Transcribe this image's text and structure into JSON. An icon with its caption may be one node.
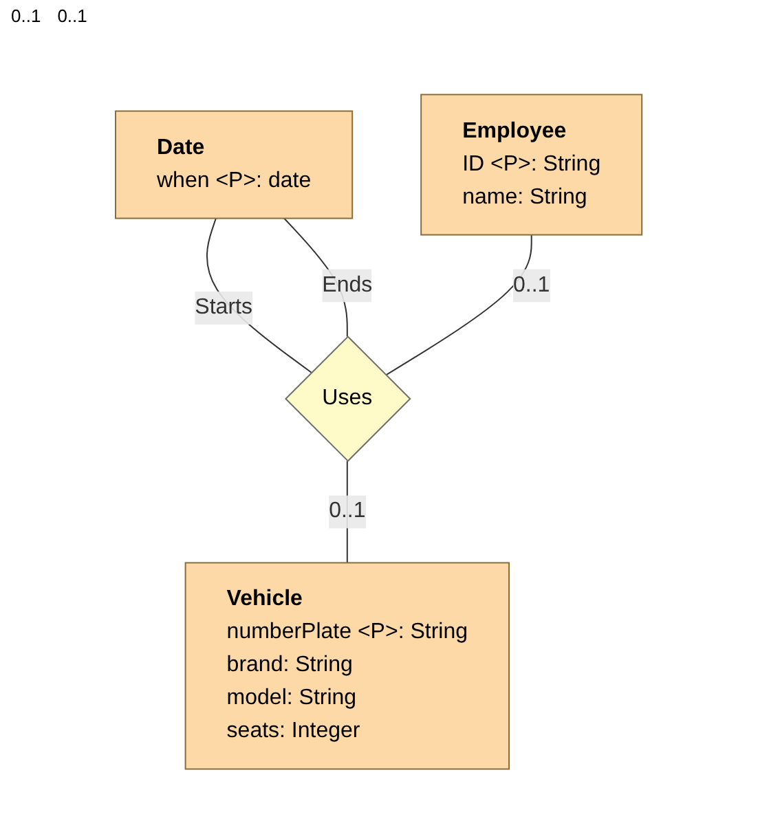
{
  "diagram": {
    "nodes": [
      {
        "text": [
          "Date",
          "when <P>: date"
        ]
      },
      {
        "text": [
          "Employee",
          "ID <P>: String",
          "name: String"
        ]
      },
      {
        "text": [
          "Uses"
        ]
      },
      {
        "text": [
          "Vehicle",
          "numberPlate <P>: String",
          "brand: String",
          "model: String",
          "seats: Integer"
        ]
      }
    ],
    "edges": [
      {
        "from": 0,
        "to": 2,
        "arrow": "none",
        "label": "Starts"
      },
      {
        "from": 0,
        "to": 2,
        "arrow": "none",
        "label": "Ends"
      },
      {
        "from": 1,
        "to": 2,
        "arrow": "none",
        "label": "0..1"
      },
      {
        "from": 2,
        "to": 3,
        "arrow": "none",
        "label": "0..1"
      }
    ],
    "labels": [
      "0..1",
      "0..1"
    ]
  }
}
